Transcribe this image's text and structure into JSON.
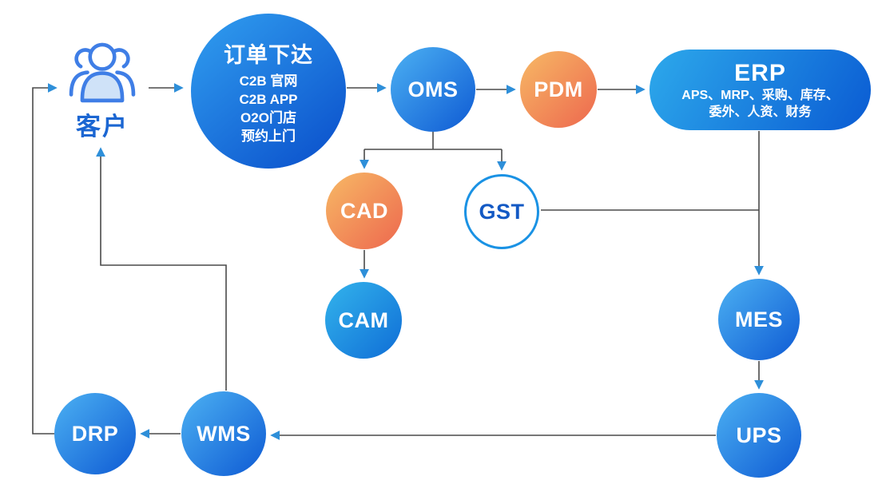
{
  "diagram": {
    "nodes": {
      "customer": {
        "label": "客户"
      },
      "order": {
        "title": "订单下达",
        "lines": [
          "C2B 官网",
          "C2B APP",
          "O2O门店",
          "预约上门"
        ]
      },
      "oms": {
        "label": "OMS"
      },
      "pdm": {
        "label": "PDM"
      },
      "erp": {
        "title": "ERP",
        "detail_line1": "APS、MRP、采购、库存、",
        "detail_line2": "委外、人资、财务"
      },
      "cad": {
        "label": "CAD"
      },
      "gst": {
        "label": "GST"
      },
      "cam": {
        "label": "CAM"
      },
      "mes": {
        "label": "MES"
      },
      "ups": {
        "label": "UPS"
      },
      "wms": {
        "label": "WMS"
      },
      "drp": {
        "label": "DRP"
      }
    },
    "edges": [
      "DRP → 客户",
      "客户 → 订单下达",
      "订单下达 → OMS",
      "OMS → PDM",
      "PDM → ERP",
      "OMS → CAD",
      "OMS → GST",
      "CAD → CAM",
      "ERP → MES",
      "GST → ERP-MES连线",
      "MES → UPS",
      "UPS → WMS",
      "WMS → DRP",
      "WMS → 客户"
    ],
    "colors": {
      "blue_gradient_start": "#47aaf0",
      "blue_gradient_end": "#1361d6",
      "order_gradient_start": "#2f9bee",
      "order_gradient_end": "#0b51cc",
      "orange_gradient_start": "#f6b163",
      "orange_gradient_end": "#ee6e50",
      "erp_gradient_start": "#2ba5ea",
      "erp_gradient_end": "#0c5fd4",
      "gst_border": "#1a92e4",
      "gst_text": "#1359c4",
      "customer_text": "#1b66d2",
      "connector_line": "#4a4a4a",
      "arrowhead": "#2e8fd9",
      "node_text": "#ffffff"
    }
  }
}
